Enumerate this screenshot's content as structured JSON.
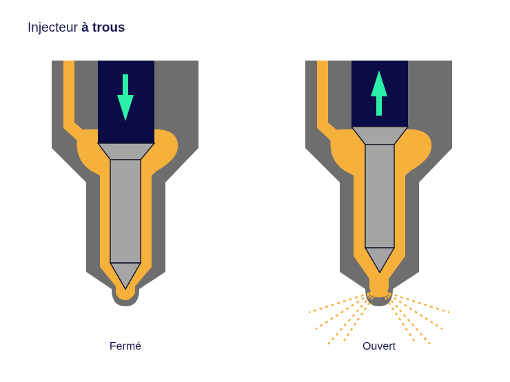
{
  "title": {
    "regular": "Injecteur ",
    "bold": "à trous"
  },
  "captions": {
    "closed": "Fermé",
    "open": "Ouvert"
  },
  "colors": {
    "body": "#6e6e6e",
    "fuel": "#f6b03c",
    "needle": "#a5a5a5",
    "needle_outline": "#1a1a2e",
    "piston": "#0b0b45",
    "arrow": "#2cf0a8",
    "spray": "#f6b03c",
    "text": "#1a1a4e"
  },
  "icons": {
    "closed_arrow": "arrow-down-icon",
    "open_arrow": "arrow-up-icon"
  }
}
